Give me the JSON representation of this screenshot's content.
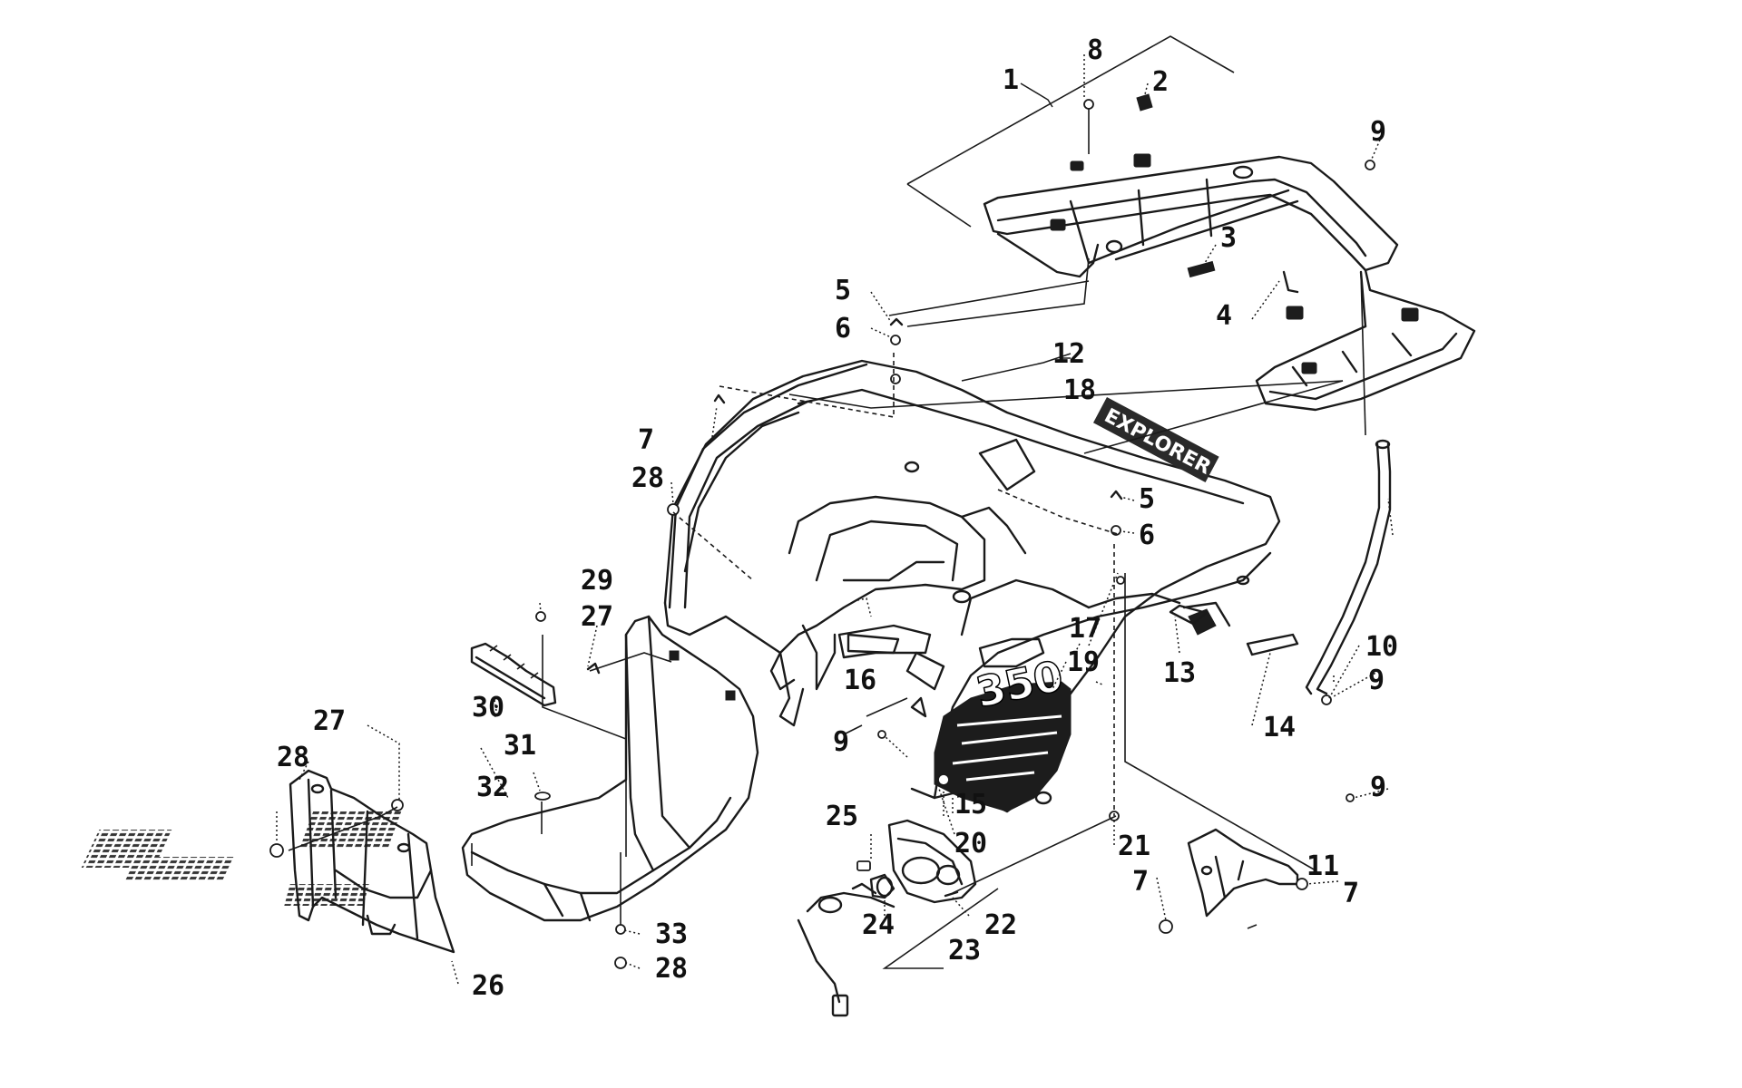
{
  "diagram": {
    "callouts": [
      {
        "id": "c1",
        "text": "1"
      },
      {
        "id": "c2",
        "text": "2"
      },
      {
        "id": "c3",
        "text": "3"
      },
      {
        "id": "c4",
        "text": "4"
      },
      {
        "id": "c5a",
        "text": "5"
      },
      {
        "id": "c5b",
        "text": "5"
      },
      {
        "id": "c6a",
        "text": "6"
      },
      {
        "id": "c6b",
        "text": "6"
      },
      {
        "id": "c7a",
        "text": "7"
      },
      {
        "id": "c7b",
        "text": "7"
      },
      {
        "id": "c7c",
        "text": "7"
      },
      {
        "id": "c8",
        "text": "8"
      },
      {
        "id": "c9a",
        "text": "9"
      },
      {
        "id": "c9b",
        "text": "9"
      },
      {
        "id": "c9c",
        "text": "9"
      },
      {
        "id": "c9d",
        "text": "9"
      },
      {
        "id": "c10",
        "text": "10"
      },
      {
        "id": "c11",
        "text": "11"
      },
      {
        "id": "c12",
        "text": "12"
      },
      {
        "id": "c13",
        "text": "13"
      },
      {
        "id": "c14",
        "text": "14"
      },
      {
        "id": "c15",
        "text": "15"
      },
      {
        "id": "c16",
        "text": "16"
      },
      {
        "id": "c17",
        "text": "17"
      },
      {
        "id": "c18",
        "text": "18"
      },
      {
        "id": "c19",
        "text": "19"
      },
      {
        "id": "c20",
        "text": "20"
      },
      {
        "id": "c21",
        "text": "21"
      },
      {
        "id": "c22",
        "text": "22"
      },
      {
        "id": "c23",
        "text": "23"
      },
      {
        "id": "c24",
        "text": "24"
      },
      {
        "id": "c25",
        "text": "25"
      },
      {
        "id": "c26",
        "text": "26"
      },
      {
        "id": "c27a",
        "text": "27"
      },
      {
        "id": "c27b",
        "text": "27"
      },
      {
        "id": "c28a",
        "text": "28"
      },
      {
        "id": "c28b",
        "text": "28"
      },
      {
        "id": "c28c",
        "text": "28"
      },
      {
        "id": "c29",
        "text": "29"
      },
      {
        "id": "c30",
        "text": "30"
      },
      {
        "id": "c31",
        "text": "31"
      },
      {
        "id": "c32",
        "text": "32"
      },
      {
        "id": "c33",
        "text": "33"
      }
    ],
    "decal_18_text": "EXPLORER",
    "decal_19_text": "350"
  }
}
